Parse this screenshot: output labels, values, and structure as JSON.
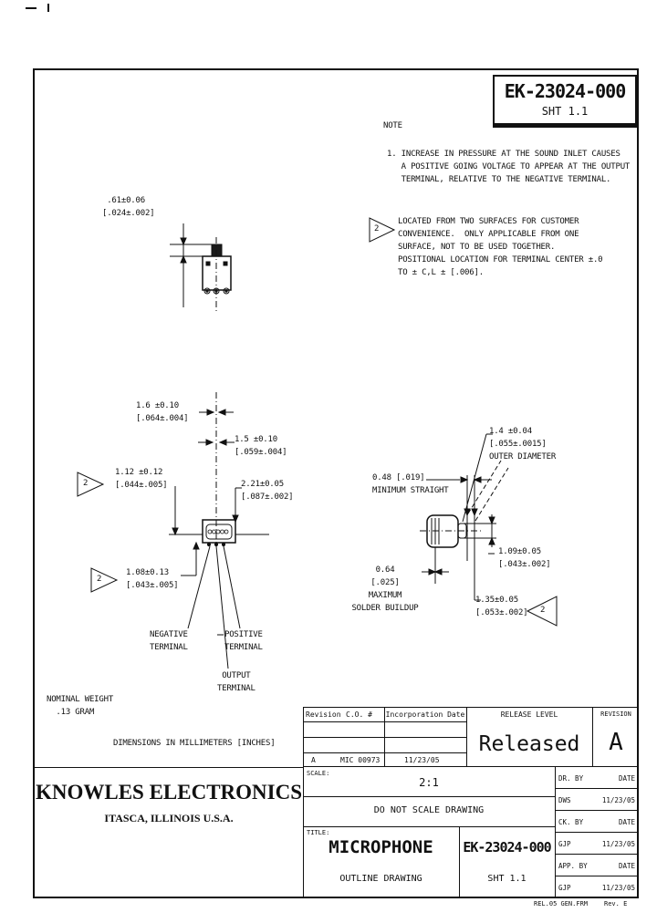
{
  "doc_box": {
    "number": "EK-23024-000",
    "sheet": "SHT 1.1"
  },
  "notes": {
    "heading": "NOTE",
    "note1": "1. INCREASE IN PRESSURE AT THE SOUND INLET CAUSES\n   A POSITIVE GOING VOLTAGE TO APPEAR AT THE OUTPUT\n   TERMINAL, RELATIVE TO THE NEGATIVE TERMINAL.",
    "note2_flag": "2",
    "note2": "LOCATED FROM TWO SURFACES FOR CUSTOMER\nCONVENIENCE.  ONLY APPLICABLE FROM ONE\nSURFACE, NOT TO BE USED TOGETHER.\nPOSITIONAL LOCATION FOR TERMINAL CENTER ±.0\nTO ± C,L ± [.006]."
  },
  "dimensions": {
    "tube_height": " .61±0.06\n[.024±.002]",
    "center_left": "1.6 ±0.10\n[.064±.004]",
    "center_right": "1.5 ±0.10\n[.059±.004]",
    "body_width": "2.21±0.05\n[.087±.002]",
    "terminal_offset": "1.12 ±0.12\n[.044±.005]",
    "terminal_offset_flag": "2",
    "terminal_height": "1.08±0.13\n[.043±.005]",
    "terminal_height_flag": "2",
    "outer_diameter": "1.4 ±0.04\n[.055±.0015]\nOUTER DIAMETER",
    "min_straight": "0.48 [.019]\nMINIMUM STRAIGHT",
    "port_length": "1.09±0.05\n[.043±.002]",
    "solder_buildup": "0.64\n[.025]\nMAXIMUM\nSOLDER BUILDUP",
    "port_height": "1.35±0.05\n[.053±.002]",
    "port_height_flag": "2"
  },
  "labels": {
    "negative_terminal": "NEGATIVE\nTERMINAL",
    "positive_terminal": "POSITIVE\nTERMINAL",
    "output_terminal": " OUTPUT\nTERMINAL",
    "weight": "NOMINAL WEIGHT\n  .13 GRAM",
    "units_note": "DIMENSIONS IN MILLIMETERS [INCHES]"
  },
  "revision_table": {
    "header_revision": "Revision",
    "header_co": "C.O. #",
    "header_date": "Incorporation Date",
    "header_release": "RELEASE LEVEL",
    "header_rev": "REVISION",
    "row_revision": "A",
    "row_co": "MIC 00973",
    "row_date": "11/23/05",
    "release_level": "Released",
    "revision": "A"
  },
  "title_block": {
    "company": "KNOWLES ELECTRONICS",
    "location": "ITASCA, ILLINOIS U.S.A.",
    "scale_label": "SCALE:",
    "scale": "2:1",
    "no_scale": "DO NOT SCALE DRAWING",
    "title_label": "TITLE:",
    "title": "MICROPHONE",
    "doc_number": "EK-23024-000",
    "subtitle": "OUTLINE DRAWING",
    "sheet": "SHT 1.1",
    "sign_rows": [
      {
        "left": "DR. BY",
        "right": "DATE"
      },
      {
        "left": "DWS",
        "right": "11/23/05"
      },
      {
        "left": "CK. BY",
        "right": "DATE"
      },
      {
        "left": "GJP",
        "right": "11/23/05"
      },
      {
        "left": "APP. BY",
        "right": "DATE"
      },
      {
        "left": "GJP",
        "right": "11/23/05"
      }
    ],
    "footer_left": "REL.05 GEN.FRM",
    "footer_right": "Rev. E"
  }
}
